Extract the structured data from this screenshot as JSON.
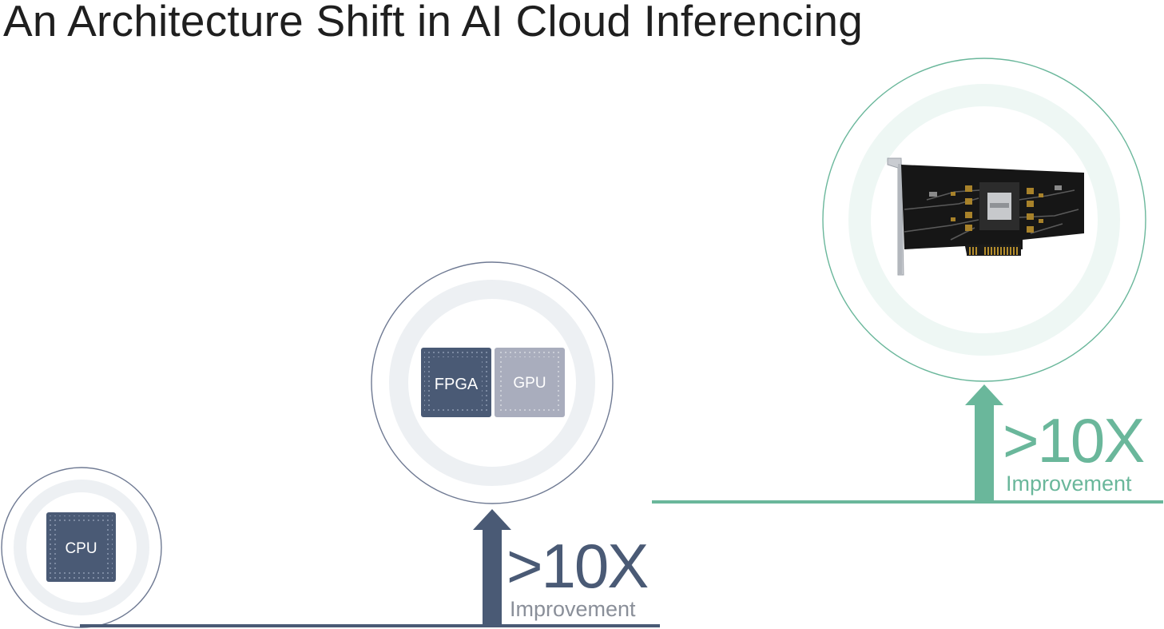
{
  "title": "An Architecture Shift in AI Cloud Inferencing",
  "stages": [
    {
      "chips": [
        "CPU"
      ]
    },
    {
      "chips": [
        "FPGA",
        "GPU"
      ]
    },
    {
      "image": "ai-accelerator-card"
    }
  ],
  "steps": [
    {
      "multiplier": ">10X",
      "caption": "Improvement",
      "color": "#4a5a75"
    },
    {
      "multiplier": ">10X",
      "caption": "Improvement",
      "color": "#6ab79b"
    }
  ],
  "colors": {
    "navy": "#4a5a75",
    "gray_chip": "#a9adbd",
    "teal": "#6ab79b",
    "ring_light": "#edf0f3",
    "ring_teal_light": "#eef7f4"
  },
  "icons": [
    "cpu-chip-icon",
    "fpga-chip-icon",
    "gpu-chip-icon",
    "up-arrow-icon",
    "accelerator-card-icon"
  ]
}
